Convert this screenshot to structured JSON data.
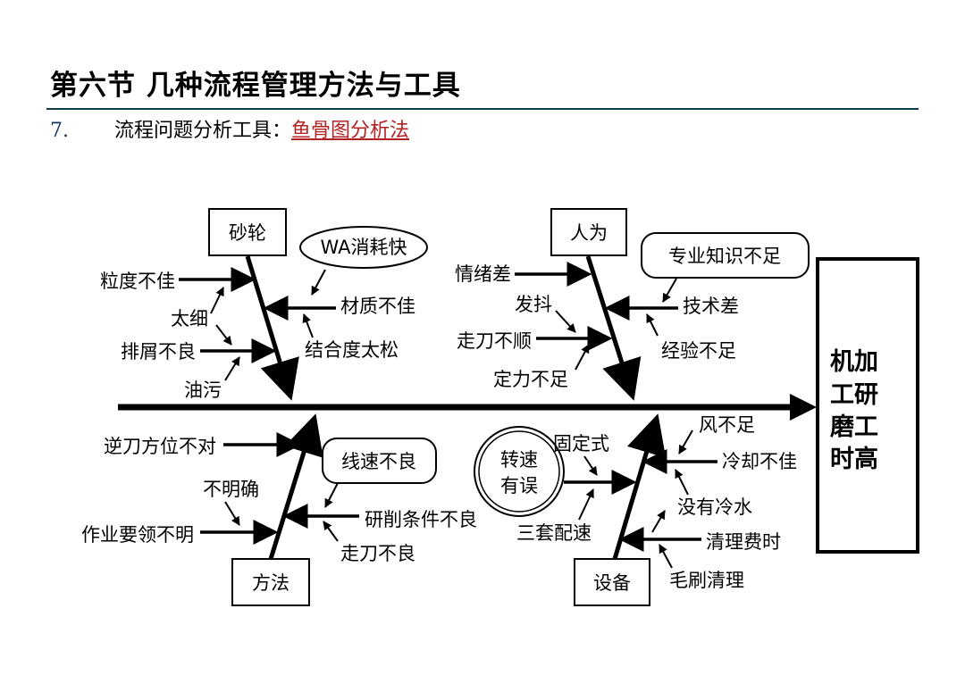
{
  "header": {
    "title": "第六节 几种流程管理方法与工具",
    "subtitle_number": "7.",
    "subtitle_text": "流程问题分析工具：",
    "subtitle_link": "鱼骨图分析法"
  },
  "diagram": {
    "effect": [
      "机加",
      "工研",
      "磨工",
      "时高"
    ],
    "categories": {
      "wheel": "砂轮",
      "human": "人为",
      "method": "方法",
      "equipment": "设备"
    },
    "causes": {
      "wheel": {
        "grain": "粒度不佳",
        "too_fine": "太细",
        "chip_clog": "排屑不良",
        "oil": "油污",
        "material": "材质不佳",
        "bond": "结合度太松",
        "wa": "WA消耗快"
      },
      "human": {
        "mood": "情绪差",
        "shake": "发抖",
        "feed_uneven": "走刀不顺",
        "force": "定力不足",
        "knowledge": "专业知识不足",
        "skill": "技术差",
        "experience": "经验不足"
      },
      "method": {
        "direction": "逆刀方位不对",
        "unclear": "不明确",
        "essentials": "作业要领不明",
        "line_speed": "线速不良",
        "conditions": "研削条件不良",
        "feed_bad": "走刀不良"
      },
      "equipment": {
        "speed_error": "转速有误",
        "fixed": "固定式",
        "three_speed": "三套配速",
        "wind": "风不足",
        "cooling": "冷却不佳",
        "no_water": "没有冷水",
        "cleaning_time": "清理费时",
        "brush": "毛刷清理"
      }
    }
  }
}
